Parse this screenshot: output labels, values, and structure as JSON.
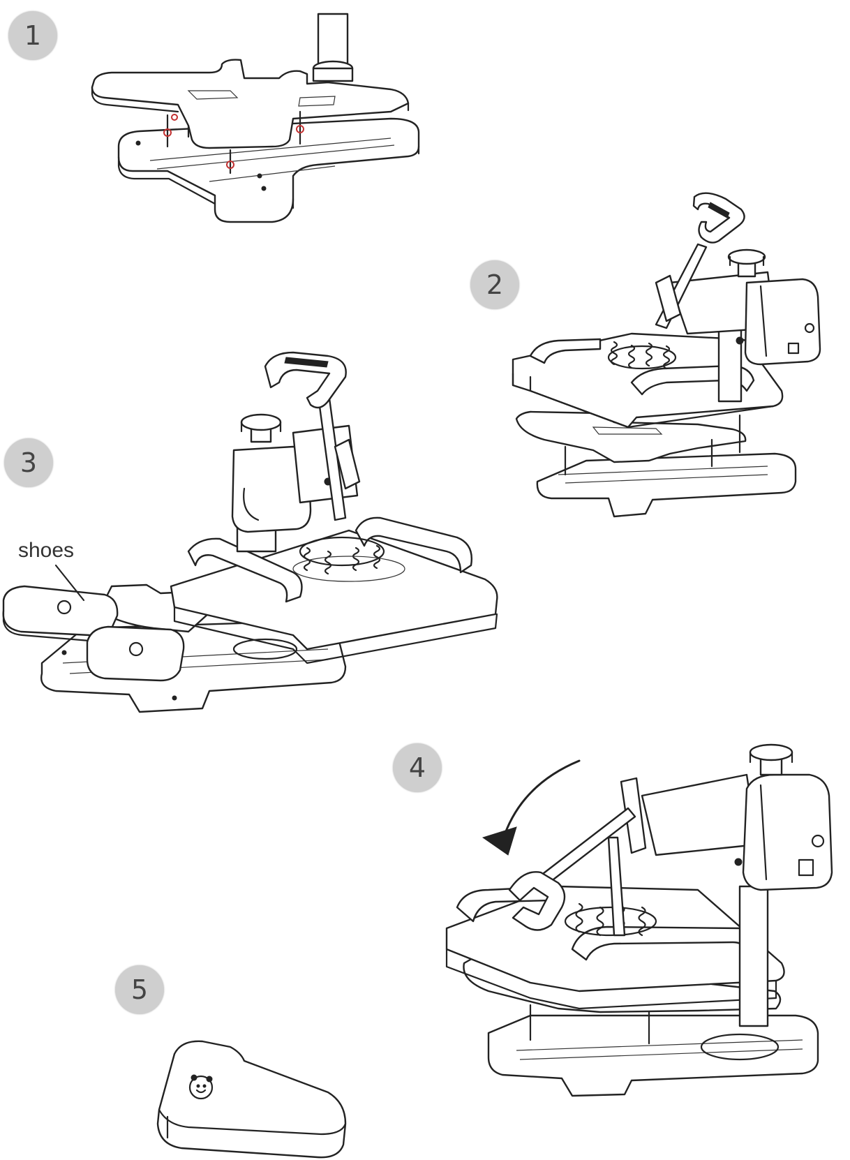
{
  "steps": [
    {
      "number": "1"
    },
    {
      "number": "2"
    },
    {
      "number": "3"
    },
    {
      "number": "4"
    },
    {
      "number": "5"
    }
  ],
  "callouts": {
    "shoes_label": "shoes"
  }
}
